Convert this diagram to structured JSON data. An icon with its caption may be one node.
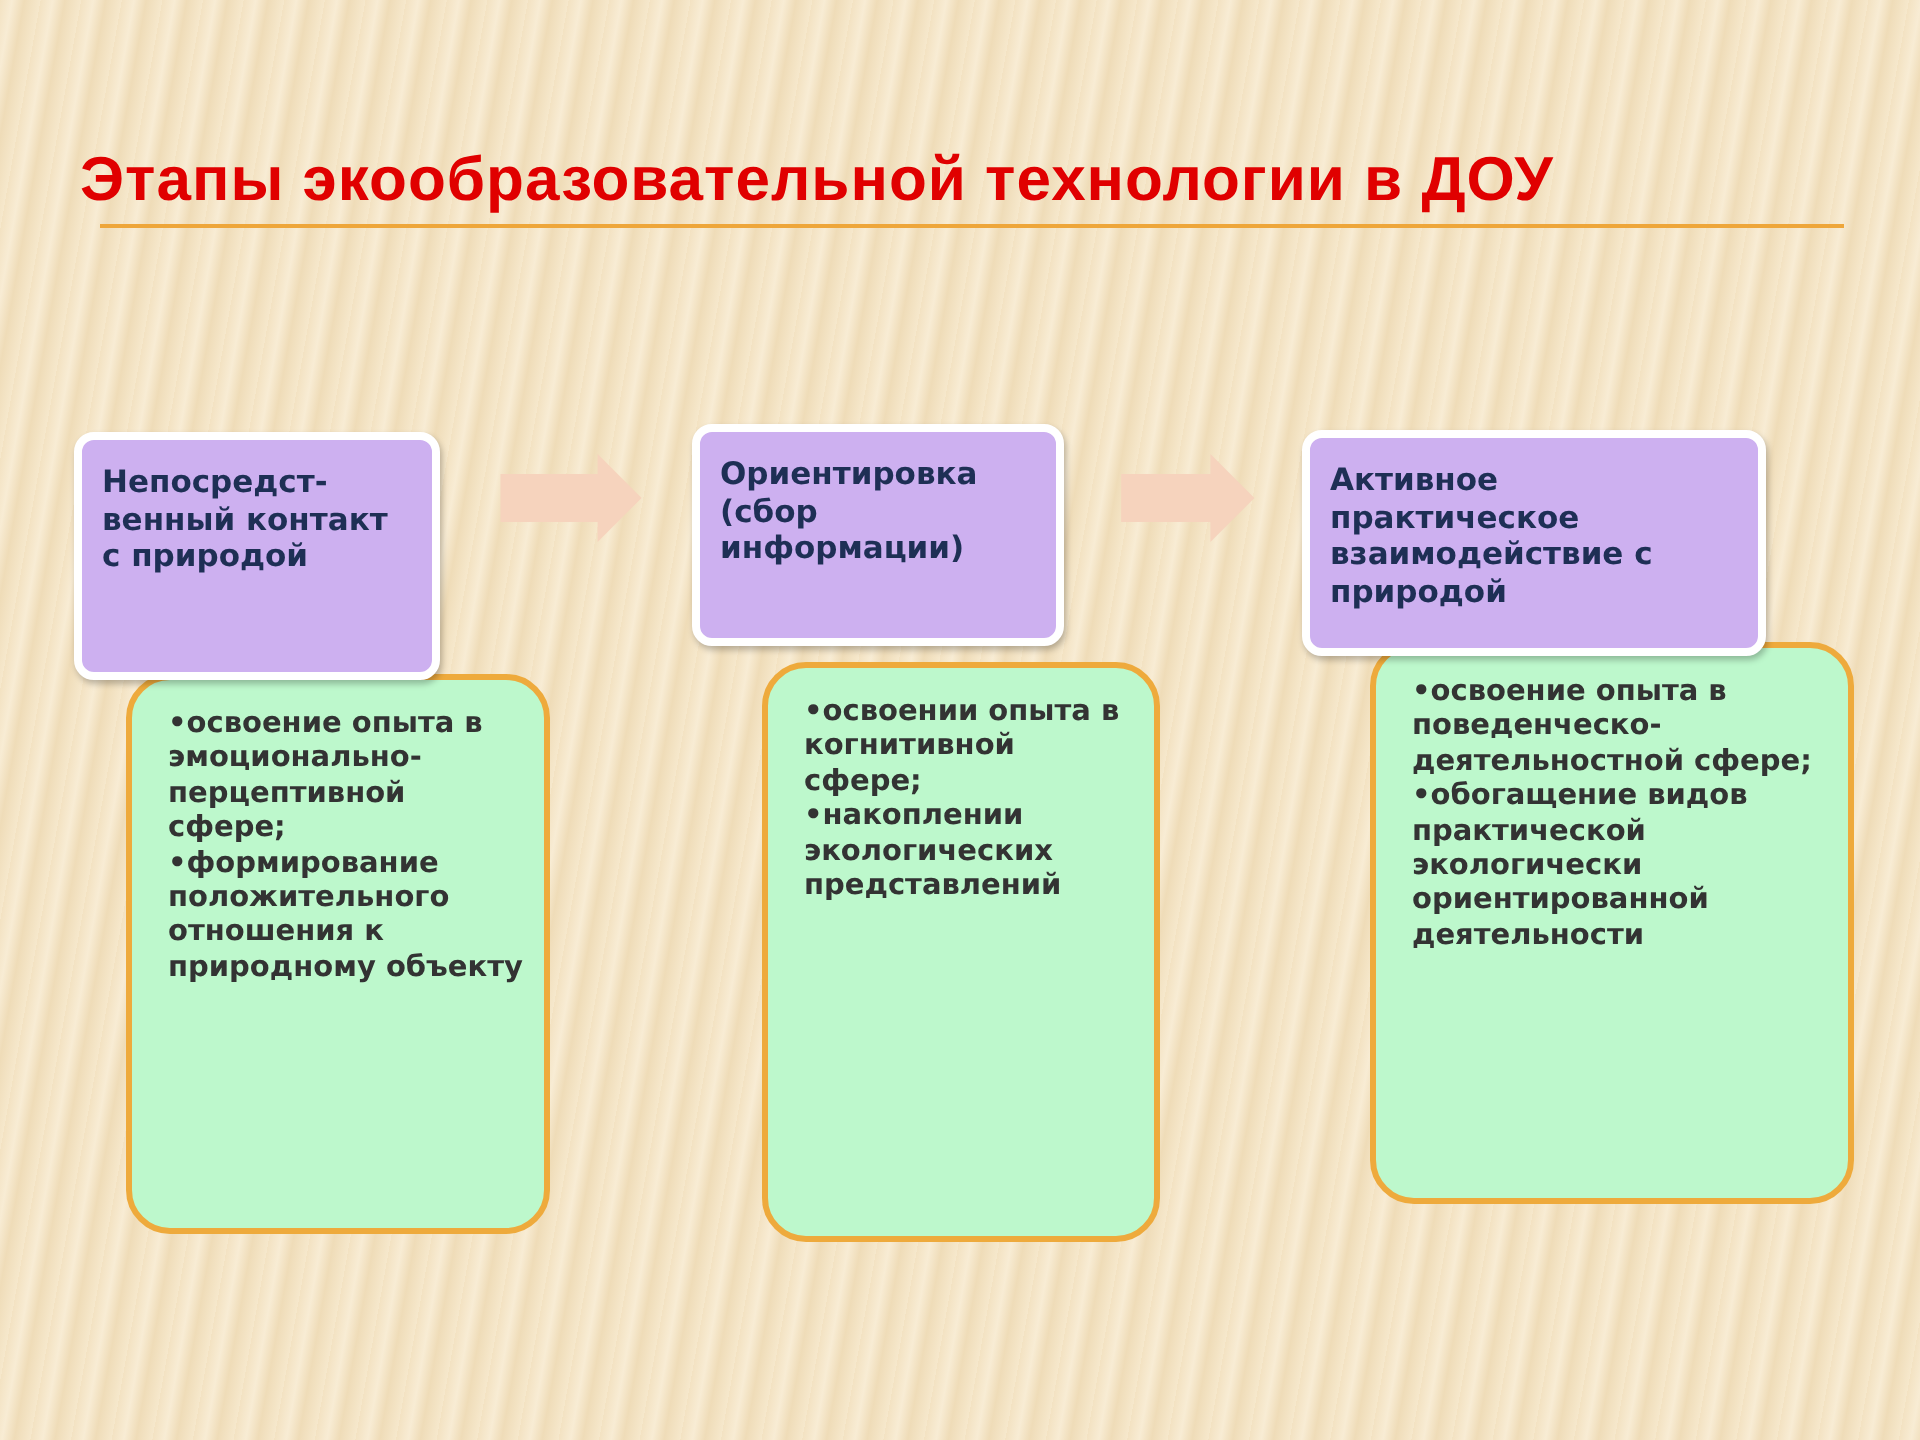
{
  "diagram": {
    "title": "Этапы экообразовательной технологии в ДОУ",
    "nodes": [
      {
        "text": [
          "Непосредст-венный контакт с природой"
        ]
      },
      {
        "text": [
          "•освоение опыта в эмоционально-перцептивной сфере;",
          "•формирование положительного отношения к природному объекту"
        ]
      },
      {
        "text": [
          "Ориентировка (сбор информации)"
        ]
      },
      {
        "text": [
          "•освоении опыта в когнитивной сфере;",
          "•накоплении экологических представлений"
        ]
      },
      {
        "text": [
          "Активное практическое взаимодействие с природой"
        ]
      },
      {
        "text": [
          "•освоение опыта в поведенческо-деятельностной сфере;",
          "•обогащение видов практической экологически ориентированной деятельности"
        ]
      }
    ],
    "edges": [
      {
        "from": 0,
        "to": 2,
        "arrow": "to"
      },
      {
        "from": 2,
        "to": 4,
        "arrow": "to"
      }
    ]
  }
}
